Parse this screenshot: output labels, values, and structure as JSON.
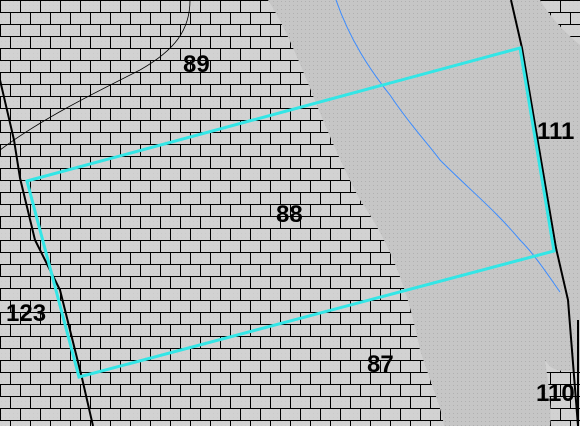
{
  "map": {
    "colors": {
      "building_fill": "#d6d6d6",
      "brick_line": "#000000",
      "road_fill": "#c6c6c6",
      "road_dot": "#b4b4b4",
      "selection_outline": "#33e6e6",
      "stream_line": "#3c8cff",
      "boundary_line": "#000000"
    },
    "parcels": [
      {
        "id": "parcel-89",
        "label": "89"
      },
      {
        "id": "parcel-88",
        "label": "88"
      },
      {
        "id": "parcel-87",
        "label": "87"
      },
      {
        "id": "parcel-123",
        "label": "123"
      },
      {
        "id": "parcel-111",
        "label": "111"
      },
      {
        "id": "parcel-110",
        "label": "110"
      }
    ]
  }
}
